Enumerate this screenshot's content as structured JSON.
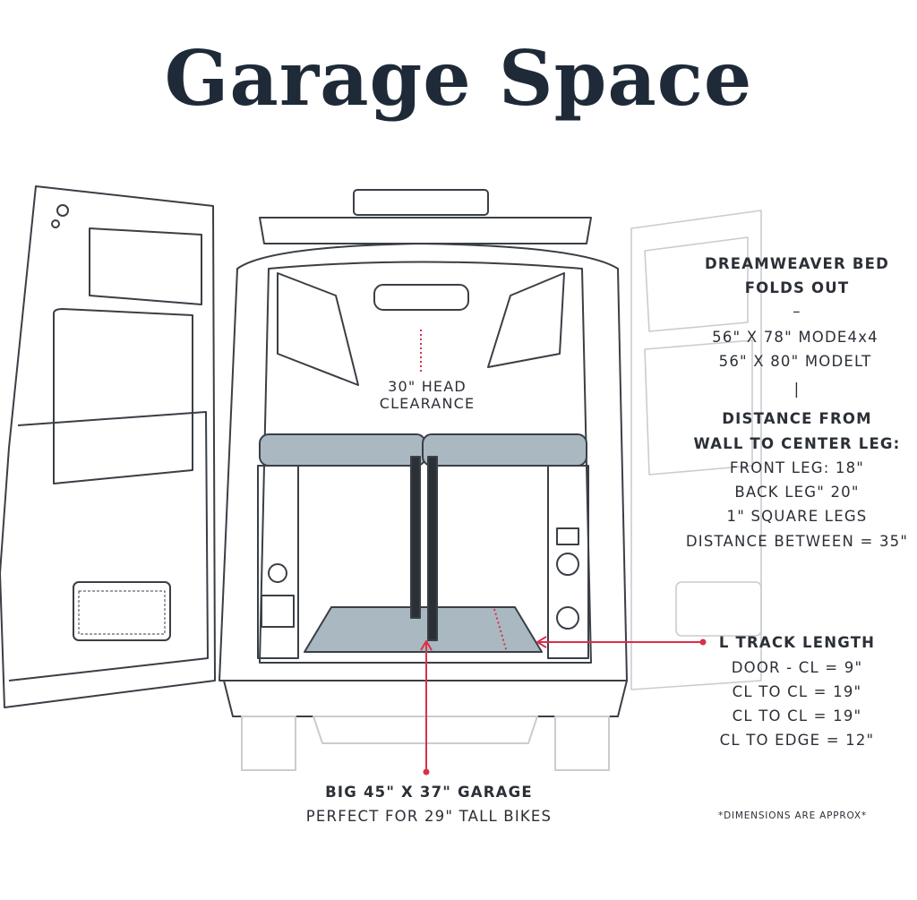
{
  "title": "Garage Space",
  "colors": {
    "title": "#1f2a38",
    "accent_red": "#d9304a",
    "cushion": "#a9b8c1",
    "line": "#3a3f46"
  },
  "head_clearance": [
    "30\" HEAD",
    "CLEARANCE"
  ],
  "bed_info": {
    "heading": [
      "DREAMWEAVER BED",
      "FOLDS OUT"
    ],
    "separator1": "–",
    "sizes": [
      "56\" X 78\" MODE4x4",
      "56\" X 80\" MODELT"
    ],
    "separator2": "|",
    "leg_heading": [
      "DISTANCE FROM",
      "WALL TO CENTER LEG:"
    ],
    "legs": [
      "FRONT LEG: 18\"",
      "BACK LEG\" 20\"",
      "1\" SQUARE LEGS",
      "DISTANCE BETWEEN = 35\""
    ]
  },
  "l_track": {
    "heading": "L TRACK LENGTH",
    "items": [
      "DOOR - CL = 9\"",
      "CL TO CL = 19\"",
      "CL TO CL = 19\"",
      "CL TO EDGE = 12\""
    ]
  },
  "garage": {
    "heading": "BIG 45\" X 37\" GARAGE",
    "sub": "PERFECT FOR 29\" TALL BIKES"
  },
  "note": "*DIMENSIONS ARE APPROX*"
}
